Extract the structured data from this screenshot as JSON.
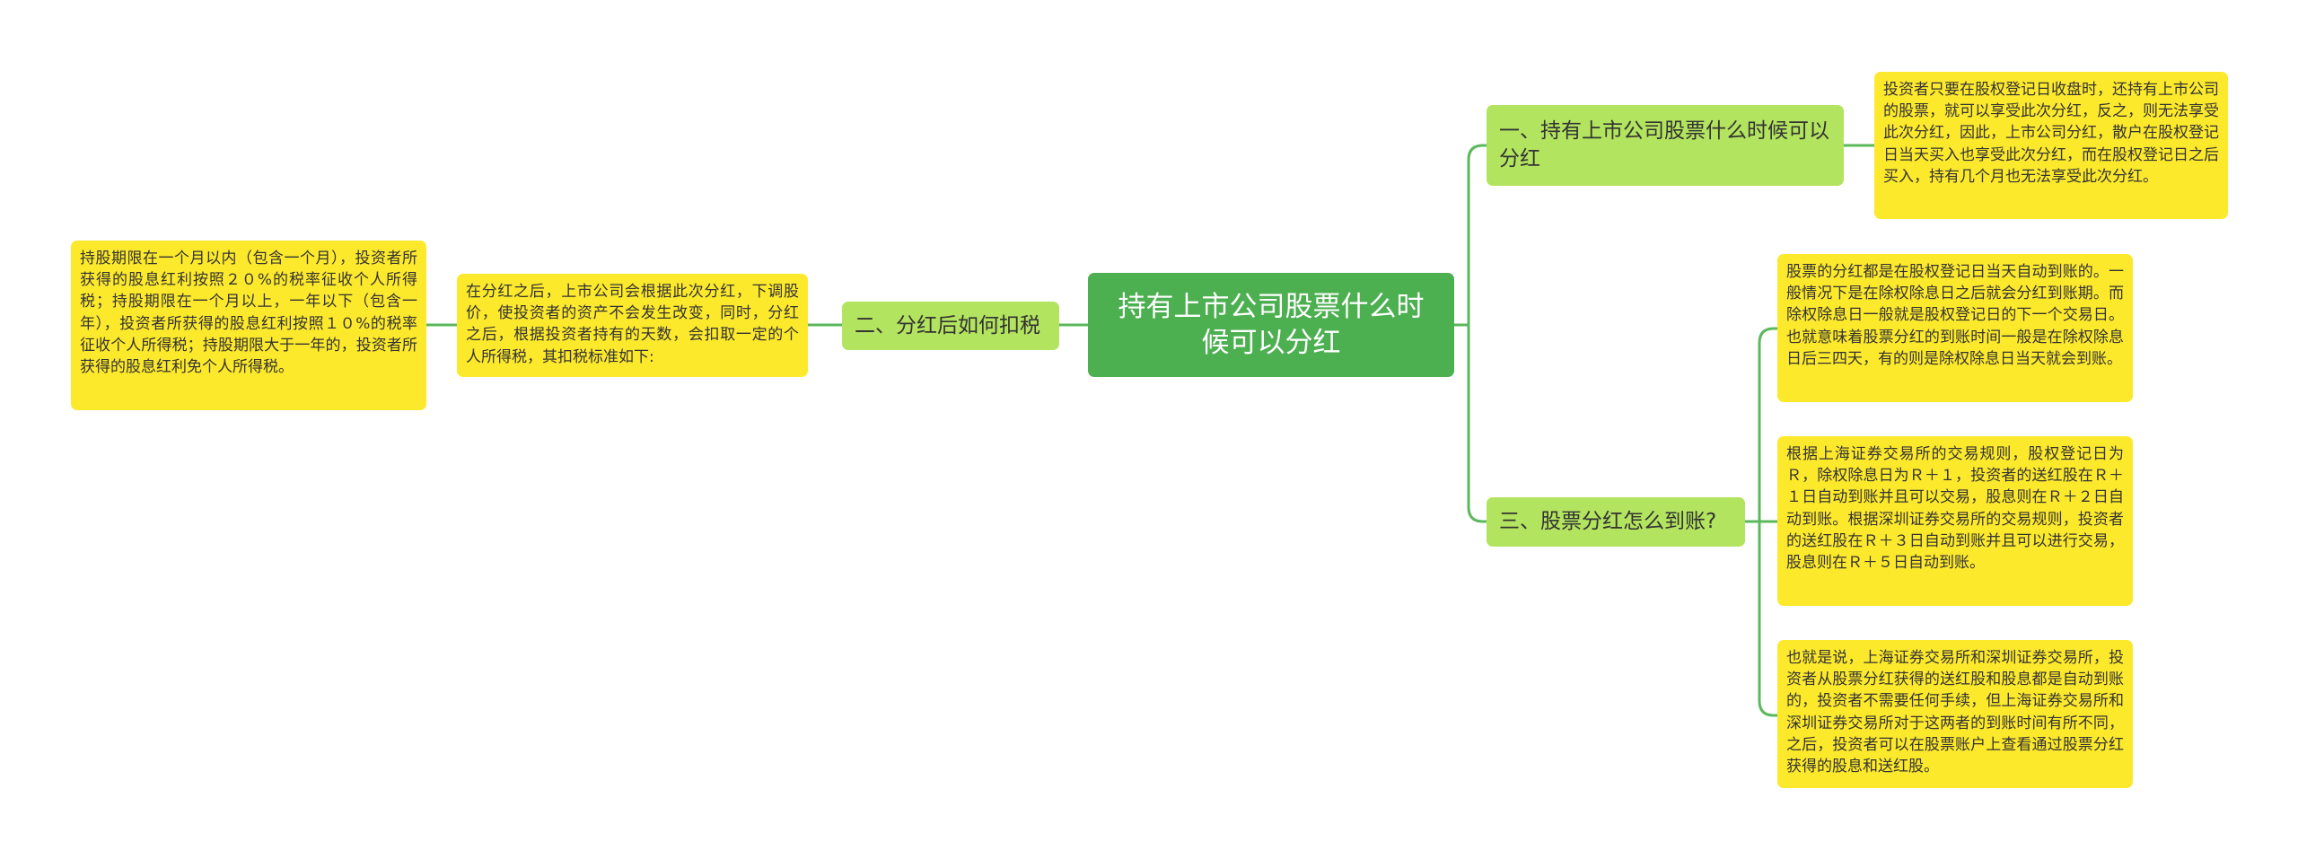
{
  "root": {
    "title": "持有上市公司股票什么时候可以分红"
  },
  "branches": {
    "b1": "一、持有上市公司股票什么时候可以分红",
    "b2": "二、分红后如何扣税",
    "b3": "三、股票分红怎么到账?"
  },
  "leaves": {
    "b1_detail": "投资者只要在股权登记日收盘时，还持有上市公司的股票，就可以享受此次分红，反之，则无法享受此次分红，因此，上市公司分红，散户在股权登记日当天买入也享受此次分红，而在股权登记日之后买入，持有几个月也无法享受此次分红。",
    "b2_intro": "在分红之后，上市公司会根据此次分红，下调股价，使投资者的资产不会发生改变，同时，分红之后，根据投资者持有的天数，会扣取一定的个人所得税，其扣税标准如下:",
    "b2_detail": "持股期限在一个月以内（包含一个月），投资者所获得的股息红利按照２０%的税率征收个人所得税；持股期限在一个月以上，一年以下（包含一年），投资者所获得的股息红利按照１０%的税率征收个人所得税；持股期限大于一年的，投资者所获得的股息红利免个人所得税。",
    "b3_detail1": "股票的分红都是在股权登记日当天自动到账的。一般情况下是在除权除息日之后就会分红到账期。而除权除息日一般就是股权登记日的下一个交易日。也就意味着股票分红的到账时间一般是在除权除息日后三四天，有的则是除权除息日当天就会到账。",
    "b3_detail2": "根据上海证券交易所的交易规则，股权登记日为Ｒ，除权除息日为Ｒ＋１，投资者的送红股在Ｒ＋１日自动到账并且可以交易，股息则在Ｒ＋２日自动到账。根据深圳证券交易所的交易规则，投资者的送红股在Ｒ＋３日自动到账并且可以进行交易，股息则在Ｒ＋５日自动到账。",
    "b3_detail3": "也就是说，上海证券交易所和深圳证券交易所，投资者从股票分红获得的送红股和股息都是自动到账的，投资者不需要任何手续，但上海证券交易所和深圳证券交易所对于这两者的到账时间有所不同，之后，投资者可以在股票账户上查看通过股票分红获得的股息和送红股。"
  },
  "colors": {
    "root": "#4caf50",
    "branch": "#b3e45f",
    "leaf": "#fde92c",
    "connector": "#5cb85c"
  }
}
